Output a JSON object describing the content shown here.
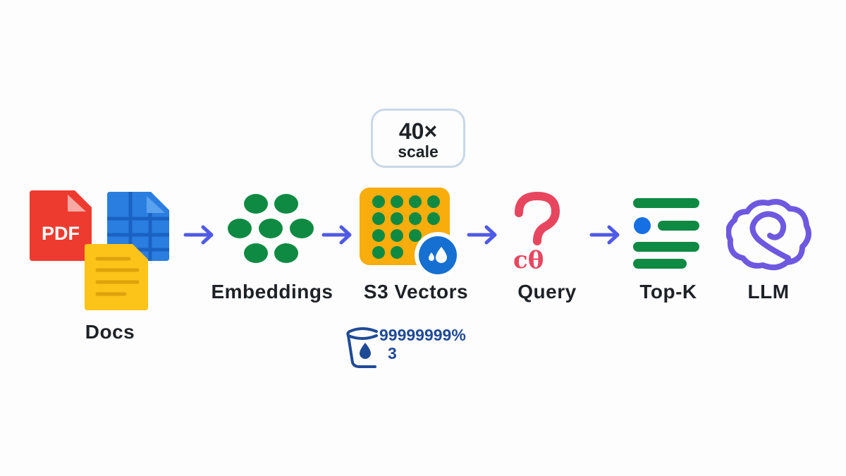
{
  "diagram": {
    "title": "RAG pipeline with S3 Vectors",
    "steps": [
      {
        "id": "docs",
        "label": "Docs",
        "icon": "documents-icon",
        "sublabels": [
          "PDF"
        ]
      },
      {
        "id": "embeddings",
        "label": "Embeddings",
        "icon": "dots-cluster-icon"
      },
      {
        "id": "s3vectors",
        "label": "S3 Vectors",
        "icon": "vector-grid-icon"
      },
      {
        "id": "query",
        "label": "Query",
        "icon": "question-mark-icon",
        "glyph": "cθ"
      },
      {
        "id": "topk",
        "label": "Top-K",
        "icon": "ranked-list-icon"
      },
      {
        "id": "llm",
        "label": "LLM",
        "icon": "llm-swirl-icon"
      }
    ],
    "edges": [
      {
        "from": "docs",
        "to": "embeddings"
      },
      {
        "from": "embeddings",
        "to": "s3vectors"
      },
      {
        "from": "s3vectors",
        "to": "query"
      },
      {
        "from": "query",
        "to": "topk"
      }
    ],
    "scale_badge": {
      "value": "40×",
      "label": "scale"
    },
    "durability": {
      "value": "99999999%",
      "suffix": "3"
    },
    "colors": {
      "arrow": "#4f5ae6",
      "pdf": "#ee3b2f",
      "sheet": "#2a7ee0",
      "note": "#fcc419",
      "green": "#0f8a43",
      "amber": "#f8ad0c",
      "blue": "#1670d1",
      "query": "#e8465f",
      "llm": "#6f58e0",
      "durability": "#1f4a96"
    }
  }
}
